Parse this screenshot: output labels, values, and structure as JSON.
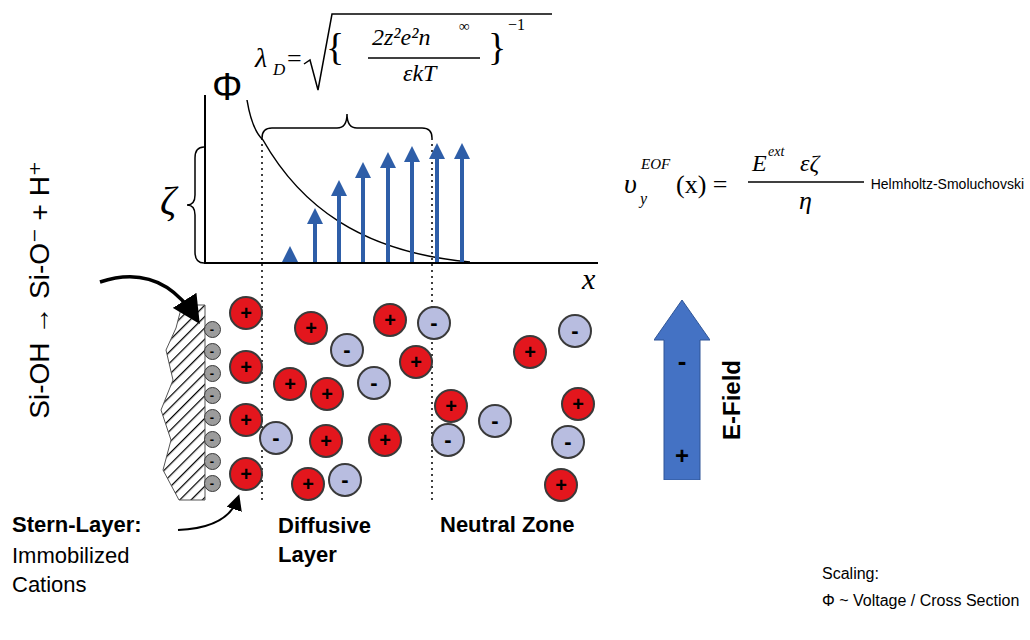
{
  "diagram": {
    "nodes": [
      {
        "text": [
          "-"
        ]
      },
      {
        "text": [
          "-"
        ]
      },
      {
        "text": [
          "-"
        ]
      },
      {
        "text": [
          "-"
        ]
      },
      {
        "text": [
          "-"
        ]
      },
      {
        "text": [
          "-"
        ]
      },
      {
        "text": [
          "-"
        ]
      },
      {
        "text": [
          "-"
        ]
      },
      {
        "text": [
          "+"
        ]
      },
      {
        "text": [
          "+"
        ]
      },
      {
        "text": [
          "+"
        ]
      },
      {
        "text": [
          "+"
        ]
      },
      {
        "text": [
          "+"
        ]
      },
      {
        "text": [
          "+"
        ]
      },
      {
        "text": [
          "-"
        ]
      },
      {
        "text": [
          "-"
        ]
      },
      {
        "text": [
          "+"
        ]
      },
      {
        "text": [
          "+"
        ]
      },
      {
        "text": [
          "-"
        ]
      },
      {
        "text": [
          "+"
        ]
      },
      {
        "text": [
          "-"
        ]
      },
      {
        "text": [
          "+"
        ]
      },
      {
        "text": [
          "+"
        ]
      },
      {
        "text": [
          "-"
        ]
      },
      {
        "text": [
          "-"
        ]
      },
      {
        "text": [
          "+"
        ]
      },
      {
        "text": [
          "-"
        ]
      },
      {
        "text": [
          "+"
        ]
      },
      {
        "text": [
          "+"
        ]
      },
      {
        "text": [
          "-"
        ]
      },
      {
        "text": [
          "+"
        ]
      },
      {
        "text": [
          "-"
        ]
      },
      {
        "text": [
          "+"
        ]
      },
      {
        "text": [
          "-",
          "+",
          "E-Field"
        ]
      }
    ],
    "labels": [
      "Φ",
      "λ",
      "D",
      "=",
      "{",
      "2z²e²n",
      "∞",
      "εkT",
      "}",
      "−1",
      "ζ",
      "x",
      "υ",
      "y",
      "EOF",
      "(x) =",
      "E",
      "ext",
      "εζ",
      "η",
      "Helmholtz-Smoluchovski",
      "Si-OH → Si-O⁻ + H⁺",
      "Stern-Layer:",
      "Immobilized Cations",
      "Diffusive Layer",
      "Neutral Zone",
      "Scaling:",
      "Φ ~ Voltage / Cross Section"
    ]
  }
}
